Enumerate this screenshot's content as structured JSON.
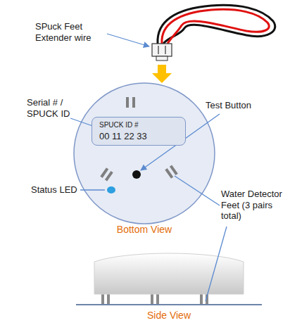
{
  "diagram": {
    "nodes": [
      {
        "text": [
          "SPUCK ID #",
          "00 11 22 33"
        ]
      }
    ],
    "labels": [
      "SPuck Feet Extender wire",
      "Serial # / SPUCK ID",
      "Test Button",
      "Water Detector Feet (3 pairs total)",
      "Status LED",
      "Bottom View",
      "Side View"
    ]
  }
}
